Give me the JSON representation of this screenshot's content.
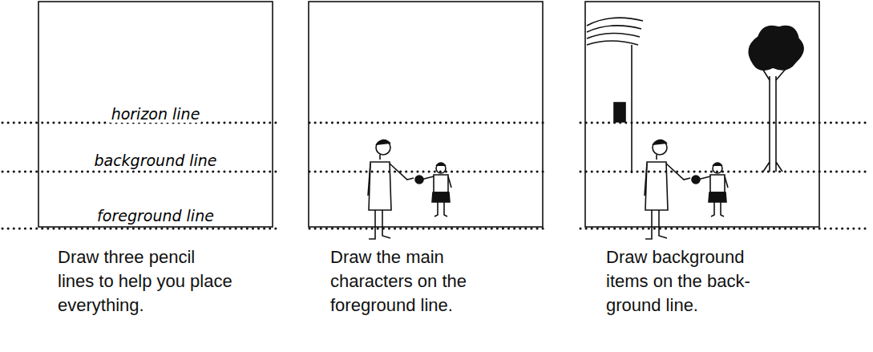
{
  "diagram": {
    "labels": [
      "horizon line",
      "background line",
      "foreground line",
      "Draw three pencil lines to help you place everything.",
      "Draw the main characters on the foreground line.",
      "Draw background items on the back- ground line."
    ]
  }
}
